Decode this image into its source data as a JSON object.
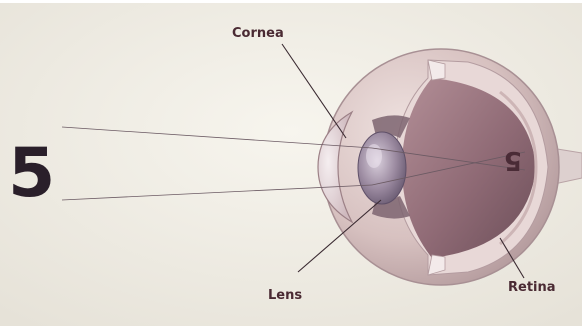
{
  "diagram": {
    "object_text": "5",
    "image_text": "5",
    "labels": {
      "cornea": "Cornea",
      "lens": "Lens",
      "retina": "Retina"
    },
    "colors": {
      "background": "#f2efe7",
      "text": "#4a2a33",
      "eye_outer": "#dcc8c7",
      "eye_inner": "#8f6a75",
      "lens_fill": "#9b8aa0"
    }
  }
}
